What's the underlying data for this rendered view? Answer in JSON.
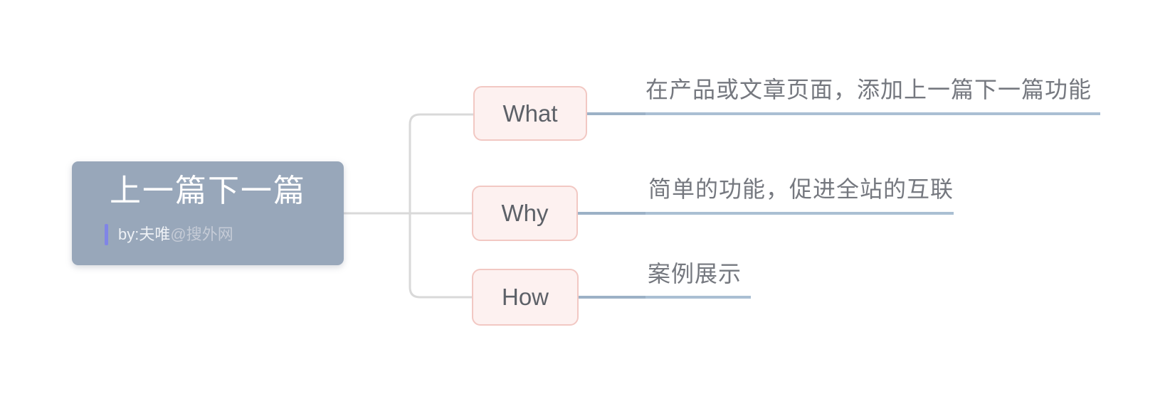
{
  "root": {
    "title": "上一篇下一篇",
    "byline_author": "by:夫唯",
    "byline_site": "@搜外网"
  },
  "branches": [
    {
      "id": "what",
      "label": "What",
      "note": "在产品或文章页面，添加上一篇下一篇功能"
    },
    {
      "id": "why",
      "label": "Why",
      "note": "简单的功能，促进全站的互联"
    },
    {
      "id": "how",
      "label": "How",
      "note": "案例展示"
    }
  ],
  "colors": {
    "background": "#ffffff",
    "root_fill": "#98a7ba",
    "root_title_text": "#ffffff",
    "byline_accent_bar": "#8085e6",
    "byline_author_text": "#eef1f5",
    "byline_site_text": "#c5cbd6",
    "child_fill": "#fdf1f0",
    "child_border": "#f2c8c3",
    "child_label_text": "#5d6168",
    "note_text": "#75787f",
    "branch_underline": "#aabfd3",
    "branch_connector": "#9cb1c6",
    "tree_connector": "#d9d9d9"
  }
}
